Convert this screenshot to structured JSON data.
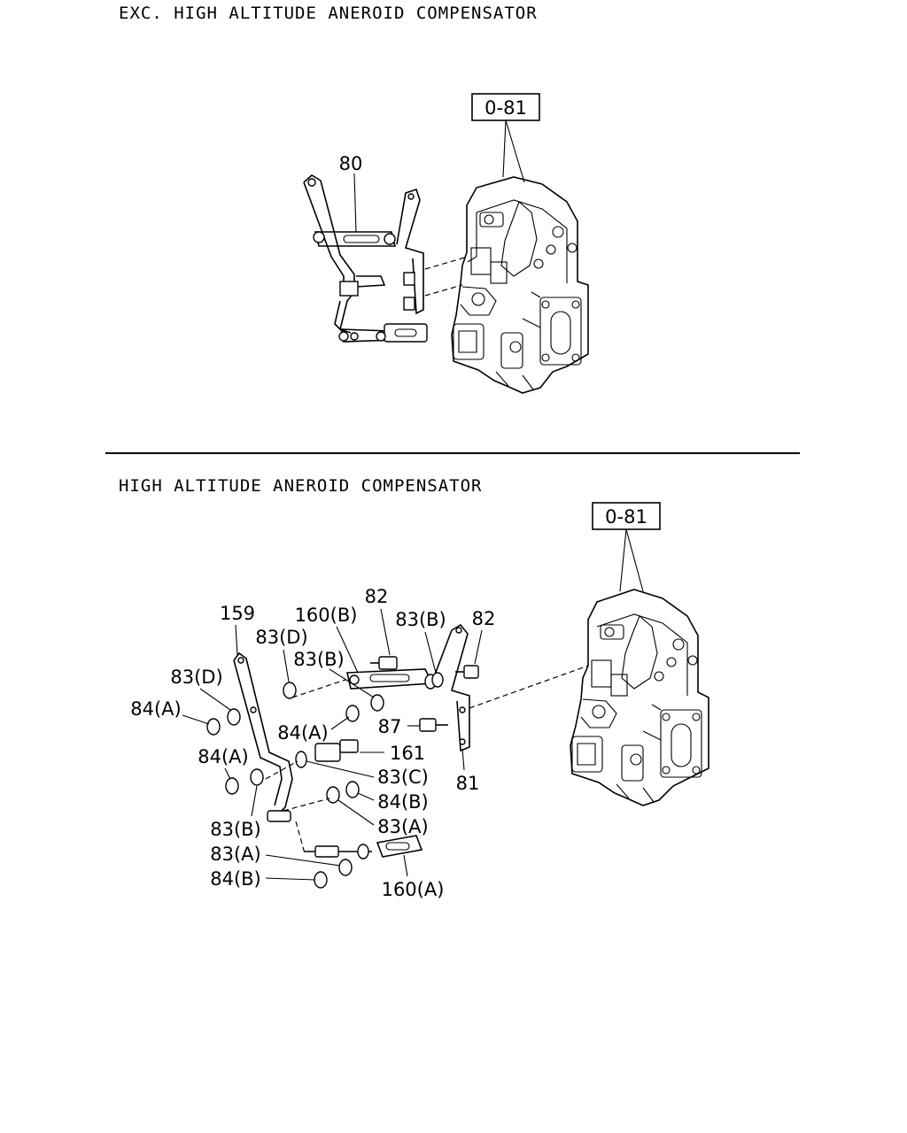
{
  "diagram": {
    "top_section": {
      "title": "EXC. HIGH ALTITUDE ANEROID COMPENSATOR",
      "ref_box": "0-81",
      "callouts": [
        "80"
      ]
    },
    "bottom_section": {
      "title": "HIGH ALTITUDE ANEROID COMPENSATOR",
      "ref_box": "0-81",
      "callouts": [
        "159",
        "160(B)",
        "82",
        "83(B)",
        "82",
        "83(D)",
        "83(B)",
        "83(D)",
        "84(A)",
        "84(A)",
        "87",
        "161",
        "84(A)",
        "83(C)",
        "81",
        "84(B)",
        "83(B)",
        "83(A)",
        "83(A)",
        "84(B)",
        "160(A)"
      ]
    }
  }
}
